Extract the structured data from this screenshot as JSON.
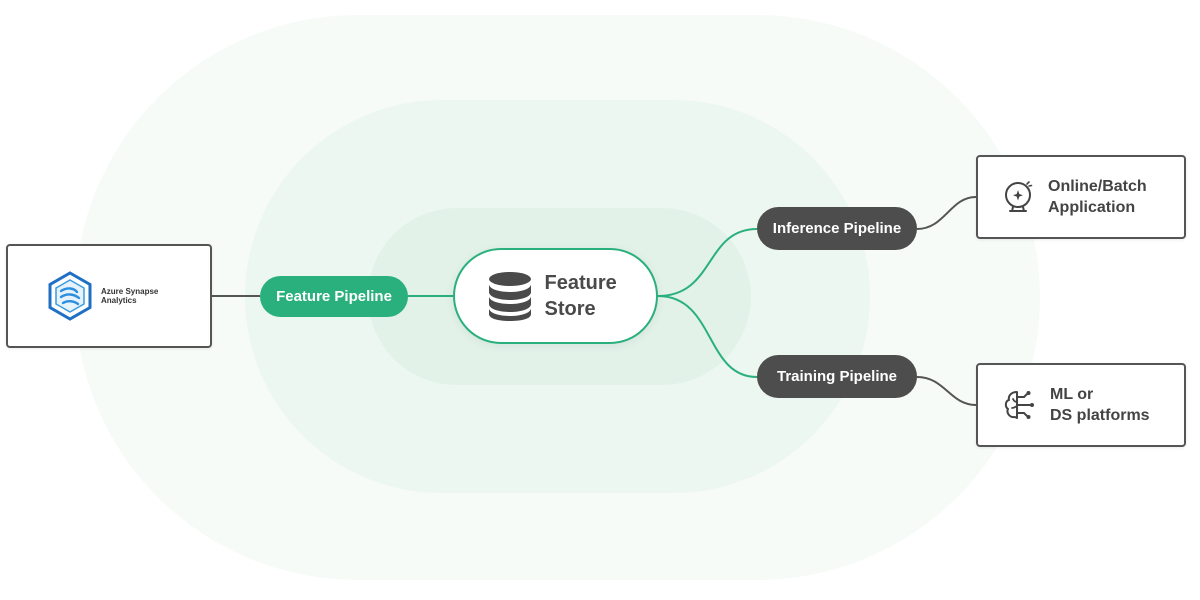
{
  "source": {
    "logo_line1": "Azure Synapse",
    "logo_line2": "Analytics",
    "icon": "azure-synapse-icon"
  },
  "feature_pipeline": {
    "label": "Feature Pipeline"
  },
  "feature_store": {
    "line1": "Feature",
    "line2": "Store",
    "icon": "database-icon"
  },
  "inference_pipeline": {
    "label": "Inference Pipeline"
  },
  "training_pipeline": {
    "label": "Training Pipeline"
  },
  "targets": [
    {
      "line1": "Online/Batch",
      "line2": "Application",
      "icon": "gauge-sparkle-icon"
    },
    {
      "line1": "ML or",
      "line2": "DS platforms",
      "icon": "brain-circuit-icon"
    }
  ],
  "colors": {
    "accent_green": "#2ab07c",
    "dark_pill": "#4d4d4d",
    "border": "#555555"
  }
}
